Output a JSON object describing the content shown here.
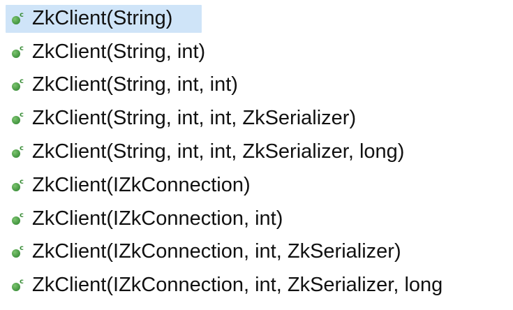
{
  "constructors": [
    {
      "label": "ZkClient(String)",
      "selected": true
    },
    {
      "label": "ZkClient(String, int)",
      "selected": false
    },
    {
      "label": "ZkClient(String, int, int)",
      "selected": false
    },
    {
      "label": "ZkClient(String, int, int, ZkSerializer)",
      "selected": false
    },
    {
      "label": "ZkClient(String, int, int, ZkSerializer, long)",
      "selected": false
    },
    {
      "label": "ZkClient(IZkConnection)",
      "selected": false
    },
    {
      "label": "ZkClient(IZkConnection, int)",
      "selected": false
    },
    {
      "label": "ZkClient(IZkConnection, int, ZkSerializer)",
      "selected": false
    },
    {
      "label": "ZkClient(IZkConnection, int, ZkSerializer, long",
      "selected": false
    }
  ],
  "icon": {
    "name": "public-constructor-icon",
    "colors": {
      "ball": "#3c8f3a",
      "ball_highlight": "#7cc46f",
      "letter": "#3c8f3a"
    },
    "letter": "c"
  },
  "colors": {
    "selection": "#cfe4f8",
    "text": "#111111"
  }
}
